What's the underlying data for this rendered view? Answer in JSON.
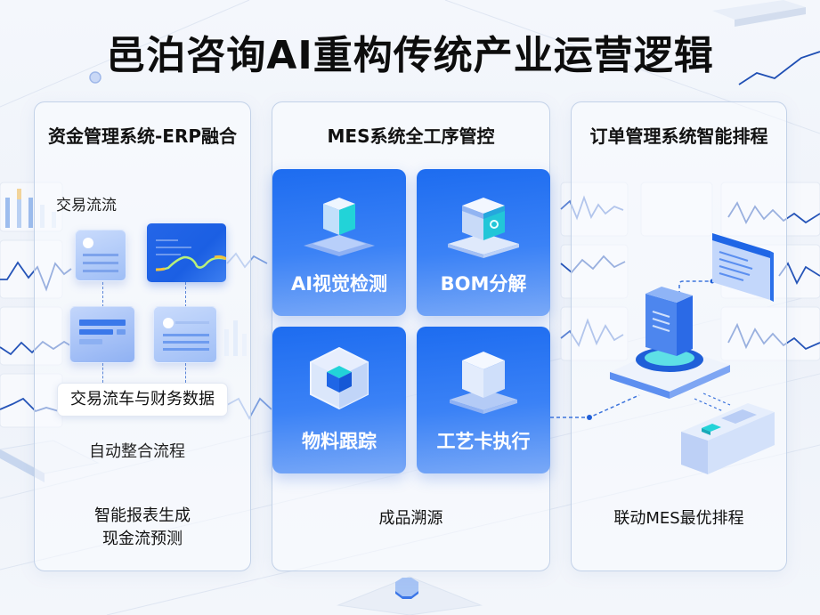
{
  "title": "邑泊咨询AI重构传统产业运营逻辑",
  "colors": {
    "primary_blue": "#1d6cf0",
    "light_blue": "#9fbef6",
    "cyan_accent": "#22d3d8",
    "gold_accent": "#f3c23c",
    "panel_border": "#becde6"
  },
  "panels": [
    {
      "id": "finance",
      "title": "资金管理系统-ERP融合",
      "flow_label": "交易流流",
      "data_box": "交易流车与财务数据",
      "process_label": "自动整合流程",
      "footer_lines": [
        "智能报表生成",
        "现金流预测"
      ],
      "icons": [
        "profile-document-icon",
        "wave-chart-card-icon",
        "list-document-icon",
        "profile-list-document-icon"
      ]
    },
    {
      "id": "mes",
      "title": "MES系统全工序管控",
      "cards": [
        {
          "label": "AI视觉检测",
          "icon": "cube-on-platform-icon"
        },
        {
          "label": "BOM分解",
          "icon": "box-module-icon"
        },
        {
          "label": "物料跟踪",
          "icon": "nested-cube-icon"
        },
        {
          "label": "工艺卡执行",
          "icon": "transparent-cube-icon"
        }
      ],
      "footer": "成品溯源"
    },
    {
      "id": "order",
      "title": "订单管理系统智能排程",
      "icons": [
        "window-panel-icon",
        "document-server-icon",
        "device-block-icon"
      ],
      "footer": "联动MES最优排程"
    }
  ]
}
